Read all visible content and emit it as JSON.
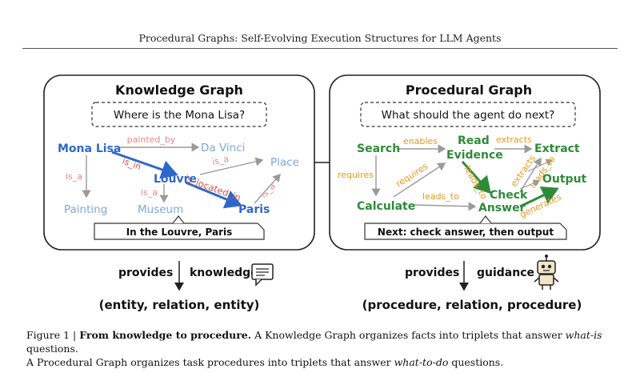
{
  "header": {
    "title": "Procedural Graphs: Self-Evolving Execution Structures for LLM Agents"
  },
  "colors": {
    "blue": "#2f67c9",
    "light_blue": "#7fa6dc",
    "red": "#d9534f",
    "light_red": "#e58a86",
    "green": "#2e8b3a",
    "orange": "#e8961c",
    "gray": "#9a9a9a"
  },
  "knowledge_graph": {
    "title": "Knowledge Graph",
    "question": "Where is the Mona Lisa?",
    "nodes": {
      "mona_lisa": "Mona Lisa",
      "da_vinci": "Da Vinci",
      "louvre": "Louvre",
      "place": "Place",
      "painting": "Painting",
      "museum": "Museum",
      "paris": "Paris"
    },
    "edges": {
      "painted_by": "painted_by",
      "is_in": "is_in",
      "is_a_1": "is_a",
      "is_a_2": "is_a",
      "is_a_3": "is_a",
      "is_a_4": "is_a",
      "is_located_in": "is_located_in"
    },
    "answer": "In the Louvre, Paris",
    "provides_left": "provides",
    "provides_right": "knowledge",
    "triplet": "(entity, relation, entity)",
    "icon": "chat-bubble-icon"
  },
  "procedural_graph": {
    "title": "Procedural Graph",
    "question": "What should the agent do next?",
    "nodes": {
      "search": "Search",
      "read": "Read",
      "evidence": "Evidence",
      "extract": "Extract",
      "calculate": "Calculate",
      "check": "Check",
      "answer": "Answer",
      "output": "Output"
    },
    "edges": {
      "enables": "enables",
      "extracts_1": "extracts",
      "requires_1": "requires",
      "requires_2": "requires",
      "leads_to_1": "leads_to",
      "leads_to_2": "leads_to",
      "extracts_2": "extracts",
      "leads_to_3": "leads_to",
      "generates": "generates"
    },
    "answer": "Next: check answer, then output",
    "provides_left": "provides",
    "provides_right": "guidance",
    "triplet": "(procedure, relation, procedure)",
    "icon": "robot-icon"
  },
  "caption": {
    "label": "Figure 1 |",
    "bold": "From knowledge to procedure.",
    "part1": "A Knowledge Graph organizes facts into triplets that answer",
    "italic1": "what-is",
    "part2": "questions.",
    "part3": "A Procedural Graph organizes task procedures into triplets that answer",
    "italic2": "what-to-do",
    "part4": "questions."
  }
}
